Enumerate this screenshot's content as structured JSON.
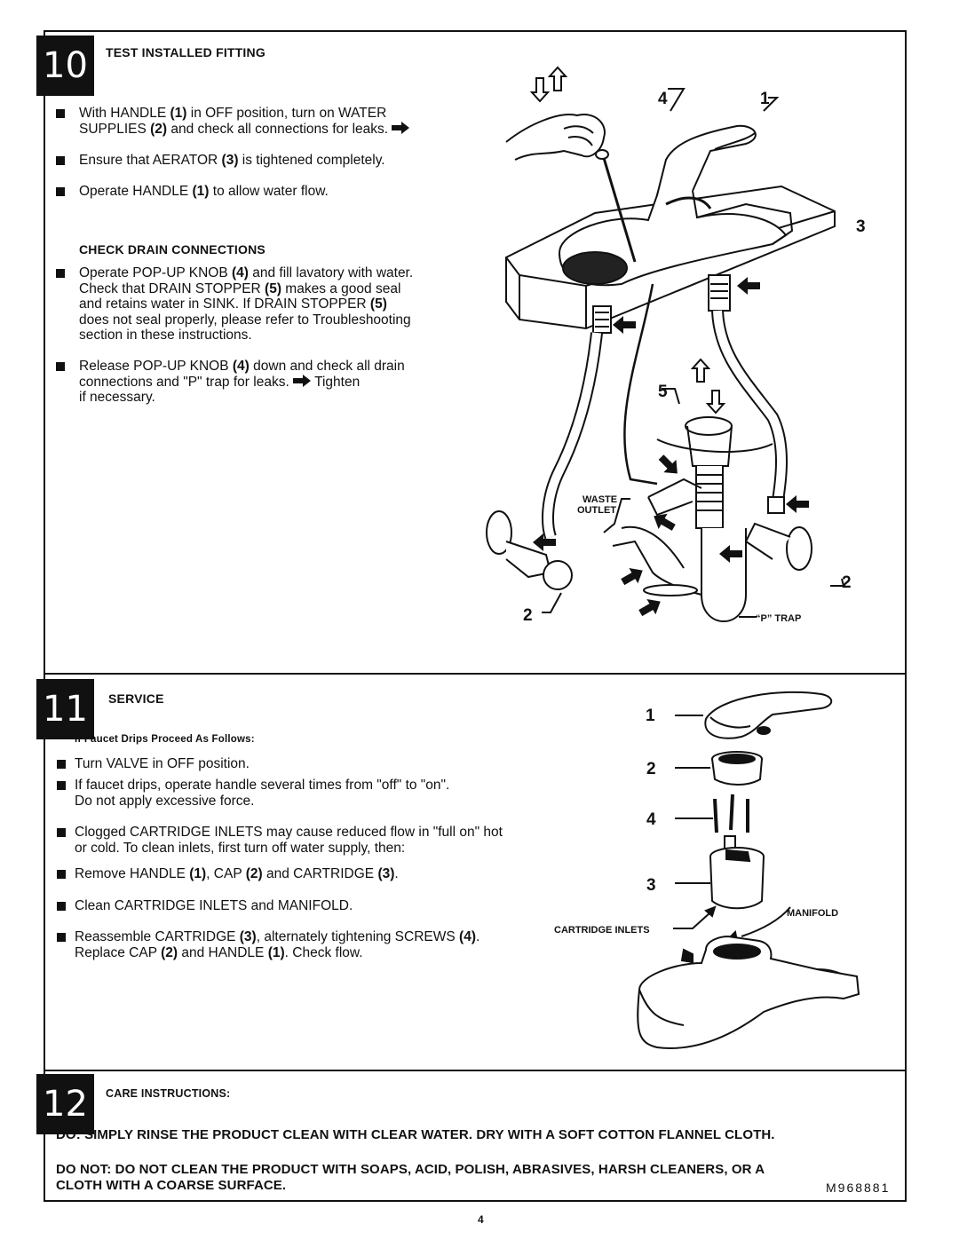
{
  "step10": {
    "number": "10",
    "heading": "TEST INSTALLED FITTING",
    "b1_a": "With HANDLE ",
    "b1_b": "(1)",
    "b1_c": " in OFF position, turn on WATER",
    "b1_d": "SUPPLIES ",
    "b1_e": "(2)",
    "b1_f": " and check all connections for leaks.",
    "b2_a": "Ensure that AERATOR ",
    "b2_b": "(3)",
    "b2_c": " is tightened completely.",
    "b3_a": "Operate HANDLE ",
    "b3_b": "(1)",
    "b3_c": " to allow water flow.",
    "subheading": "CHECK DRAIN CONNECTIONS",
    "b4_a": "Operate POP-UP KNOB ",
    "b4_b": "(4)",
    "b4_c": " and fill lavatory with water.",
    "b4_d": "Check that DRAIN STOPPER ",
    "b4_e": "(5)",
    "b4_f": " makes a good seal",
    "b4_g": "and retains water in SINK. If DRAIN STOPPER ",
    "b4_h": "(5)",
    "b4_i": "does not seal properly, please refer to Troubleshooting",
    "b4_j": "section in these instructions.",
    "b5_a": "Release POP-UP KNOB ",
    "b5_b": "(4)",
    "b5_c": " down and check all drain",
    "b5_d": "connections and \"P\" trap for leaks.",
    "b5_e": " Tighten",
    "b5_f": "if necessary.",
    "callouts": {
      "n4": "4",
      "n1": "1",
      "n3": "3",
      "n5": "5",
      "n2a": "2",
      "n2b": "2"
    },
    "waste_outlet_1": "WASTE",
    "waste_outlet_2": "OUTLET",
    "p_trap": "“P” TRAP"
  },
  "step11": {
    "number": "11",
    "heading": "SERVICE",
    "subheading": "If Faucet Drips Proceed As Follows:",
    "b1": "Turn VALVE in OFF position.",
    "b2_a": "If faucet drips, operate handle  several times from \"off\" to \"on\".",
    "b2_b": "Do not apply excessive force.",
    "b3_a": "Clogged CARTRIDGE INLETS may cause reduced flow in \"full on\" hot",
    "b3_b": "or cold. To clean inlets, first turn off water supply, then:",
    "b4_a": "Remove HANDLE ",
    "b4_b": "(1)",
    "b4_c": ", CAP ",
    "b4_d": "(2)",
    "b4_e": " and CARTRIDGE ",
    "b4_f": "(3)",
    "b4_g": ".",
    "b5": "Clean CARTRIDGE INLETS and MANIFOLD.",
    "b6_a": "Reassemble CARTRIDGE ",
    "b6_b": "(3)",
    "b6_c": ", alternately tightening SCREWS ",
    "b6_d": "(4)",
    "b6_e": ".",
    "b6_f": "Replace CAP ",
    "b6_g": "(2)",
    "b6_h": " and HANDLE ",
    "b6_i": "(1)",
    "b6_j": ". Check flow.",
    "callouts": {
      "n1": "1",
      "n2": "2",
      "n4": "4",
      "n3": "3"
    },
    "manifold": "MANIFOLD",
    "cartridge_inlets": "CARTRIDGE INLETS"
  },
  "step12": {
    "number": "12",
    "heading": "CARE INSTRUCTIONS:",
    "do_line": "DO: SIMPLY RINSE THE PRODUCT CLEAN WITH  CLEAR WATER. DRY WITH A SOFT COTTON FLANNEL CLOTH.",
    "dont_line1": "DO NOT: DO NOT CLEAN THE PRODUCT WITH SOAPS, ACID, POLISH, ABRASIVES, HARSH CLEANERS, OR A",
    "dont_line2": "CLOTH WITH A COARSE SURFACE.",
    "code": "M968881"
  },
  "page_number": "4"
}
